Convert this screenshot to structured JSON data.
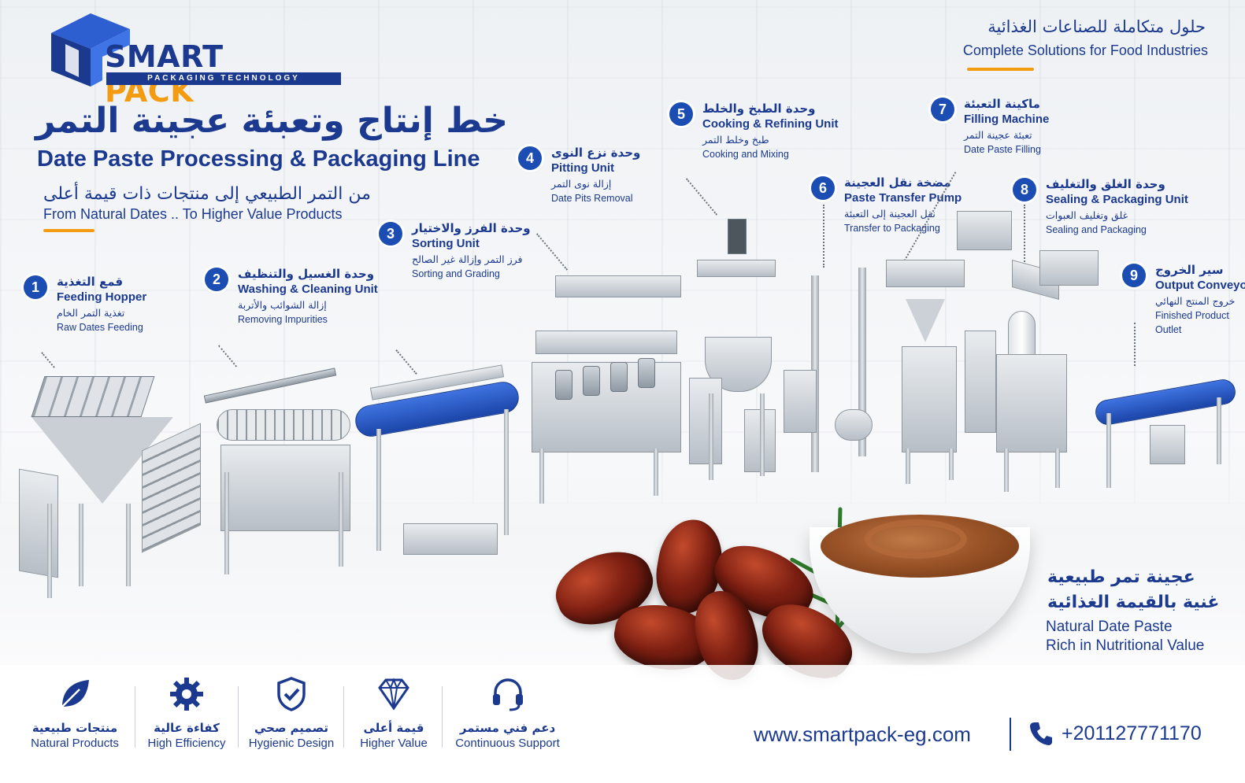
{
  "brand": {
    "name_part1": "SMART",
    "name_part2": "PACK",
    "tagline": "PACKAGING TECHNOLOGY",
    "primary_color": "#1b3a8f",
    "accent_color": "#f39c12"
  },
  "header": {
    "title_ar": "خط إنتاج وتعبئة عجينة التمر",
    "title_en": "Date Paste Processing & Packaging Line",
    "subtitle_ar": "من التمر الطبيعي إلى منتجات ذات قيمة أعلى",
    "subtitle_en": "From Natural Dates .. To Higher Value Products",
    "corner_ar": "حلول متكاملة للصناعات الغذائية",
    "corner_en": "Complete Solutions for Food Industries"
  },
  "steps": [
    {
      "num": "1",
      "title_ar": "قمع التغذية",
      "title_en": "Feeding Hopper",
      "desc_ar": "تغذية التمر الخام",
      "desc_en": "Raw Dates Feeding"
    },
    {
      "num": "2",
      "title_ar": "وحدة الغسيل والتنظيف",
      "title_en": "Washing & Cleaning Unit",
      "desc_ar": "إزالة الشوائب والأتربة",
      "desc_en": "Removing Impurities"
    },
    {
      "num": "3",
      "title_ar": "وحدة الفرز والاختيار",
      "title_en": "Sorting Unit",
      "desc_ar": "فرز التمر وإزالة غير الصالح",
      "desc_en": "Sorting and Grading"
    },
    {
      "num": "4",
      "title_ar": "وحدة نزع النوى",
      "title_en": "Pitting Unit",
      "desc_ar": "إزالة نوى التمر",
      "desc_en": "Date Pits Removal"
    },
    {
      "num": "5",
      "title_ar": "وحدة الطبخ والخلط",
      "title_en": "Cooking & Refining Unit",
      "desc_ar": "طبخ وخلط التمر",
      "desc_en": "Cooking and Mixing"
    },
    {
      "num": "6",
      "title_ar": "مضخة نقل العجينة",
      "title_en": "Paste Transfer Pump",
      "desc_ar": "نقل العجينة إلى التعبئة",
      "desc_en": "Transfer to Packaging"
    },
    {
      "num": "7",
      "title_ar": "ماكينة التعبئة",
      "title_en": "Filling Machine",
      "desc_ar": "تعبئة عجينة التمر",
      "desc_en": "Date Paste Filling"
    },
    {
      "num": "8",
      "title_ar": "وحدة الغلق والتغليف",
      "title_en": "Sealing & Packaging Unit",
      "desc_ar": "غلق وتغليف العبوات",
      "desc_en": "Sealing and Packaging"
    },
    {
      "num": "9",
      "title_ar": "سير الخروج",
      "title_en": "Output Conveyor",
      "desc_ar": "خروج المنتج النهائي",
      "desc_en": "Finished Product",
      "desc_en2": "Outlet"
    }
  ],
  "product": {
    "line1_ar": "عجينة تمر طبيعية",
    "line2_ar": "غنية بالقيمة الغذائية",
    "line1_en": "Natural Date Paste",
    "line2_en": "Rich in Nutritional Value"
  },
  "features": [
    {
      "icon": "leaf-icon",
      "ar": "منتجات طبيعية",
      "en": "Natural Products"
    },
    {
      "icon": "gear-icon",
      "ar": "كفاءة عالية",
      "en": "High Efficiency"
    },
    {
      "icon": "shield-check-icon",
      "ar": "تصميم صحي",
      "en": "Hygienic Design"
    },
    {
      "icon": "diamond-icon",
      "ar": "قيمة أعلى",
      "en": "Higher Value"
    },
    {
      "icon": "headset-icon",
      "ar": "دعم فني مستمر",
      "en": "Continuous Support"
    }
  ],
  "contact": {
    "website": "www.smartpack-eg.com",
    "phone": "+201127771170"
  }
}
